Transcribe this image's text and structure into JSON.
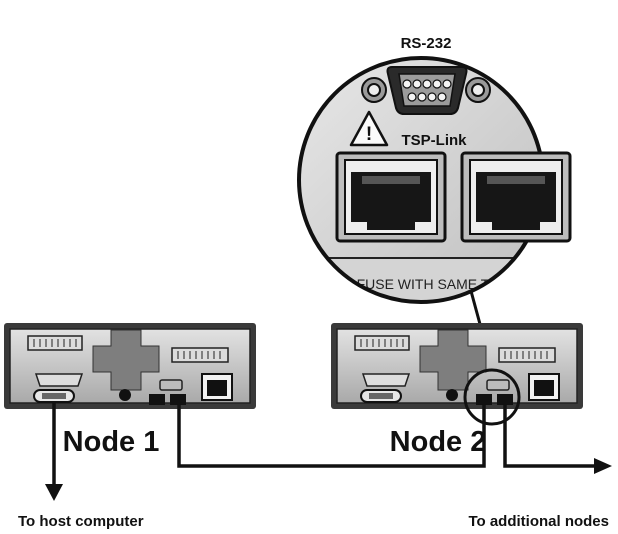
{
  "zoom": {
    "rs232_label": "RS-232",
    "tsplink_label": "TSP-Link",
    "warning_symbol": "!",
    "fuse_text": "E FUSE WITH SAME TY"
  },
  "nodes": [
    {
      "label": "Node 1"
    },
    {
      "label": "Node 2"
    }
  ],
  "destinations": {
    "host": "To host computer",
    "additional": "To additional nodes"
  },
  "colors": {
    "line": "#111111",
    "panel": "#c9c9c9",
    "panel_dark": "#8a8a8a",
    "port": "#1a1a1a"
  },
  "icons": [
    "warning-icon",
    "arrow-down-icon",
    "arrow-right-icon"
  ]
}
